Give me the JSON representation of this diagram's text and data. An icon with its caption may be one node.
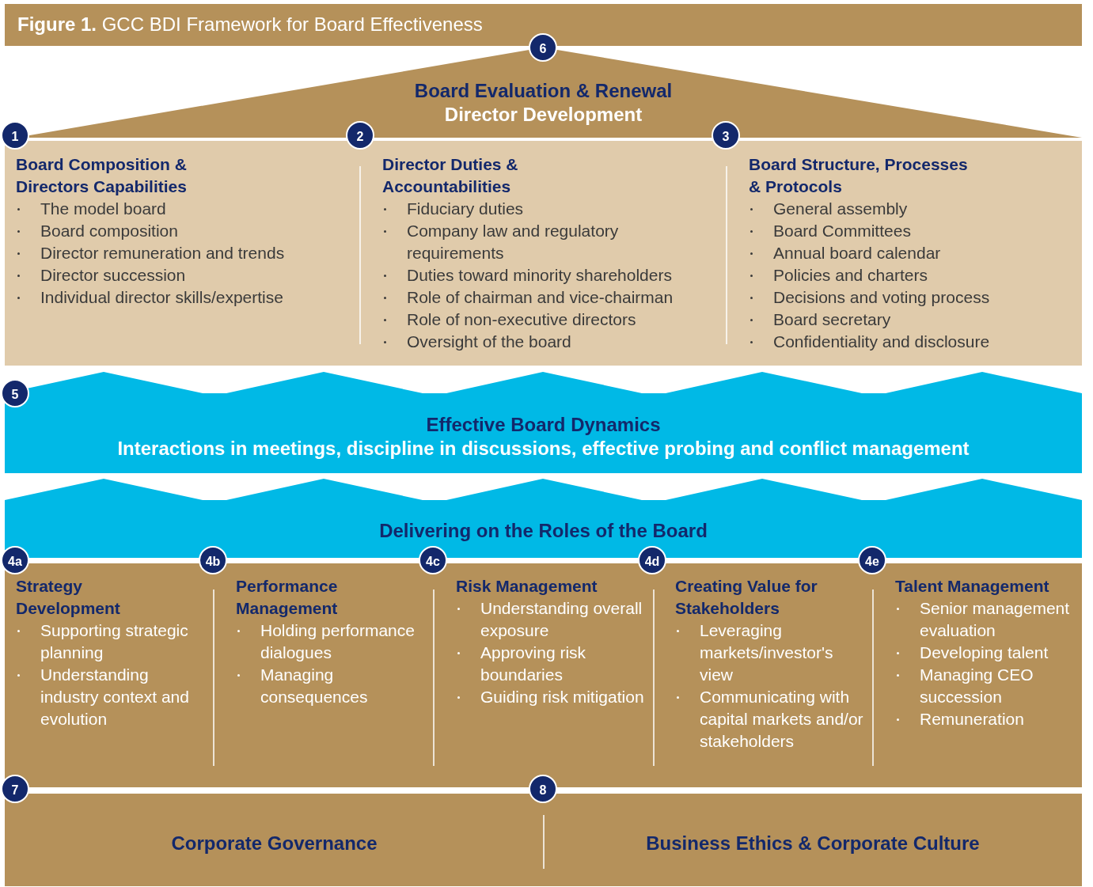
{
  "diagram": {
    "title": "**Figure 1.** GCC BDI Framework for Board Effectiveness",
    "nodes": [
      {
        "text": [
          "Board Evaluation & Renewal",
          "Director Development"
        ]
      },
      {
        "text": [
          "Board Composition & Directors Capabilities",
          "The model board",
          "Board composition",
          "Director remuneration and trends",
          "Director succession",
          "Individual director skills/expertise"
        ]
      },
      {
        "text": [
          "Director Duties & Accountabilities",
          "Fiduciary duties",
          "Company law and regulatory requirements",
          "Duties toward minority shareholders",
          "Role of chairman and vice-chairman",
          "Role of non-executive directors",
          "Oversight of the board"
        ]
      },
      {
        "text": [
          "Board Structure, Processes & Protocols",
          "General assembly",
          "Board Committees",
          "Annual board calendar",
          "Policies and charters",
          "Decisions and voting process",
          "Board secretary",
          "Confidentiality and disclosure"
        ]
      },
      {
        "text": [
          "Effective Board Dynamics",
          "Interactions in meetings, discipline in discussions, effective probing and conflict management"
        ]
      },
      {
        "text": [
          "Delivering on the Roles of the Board"
        ]
      },
      {
        "text": [
          "Strategy Development",
          "Supporting strategic planning",
          "Understanding industry context and evolution"
        ]
      },
      {
        "text": [
          "Performance Management",
          "Holding performance dialogues",
          "Managing consequences"
        ]
      },
      {
        "text": [
          "Risk Management",
          "Understanding overall exposure",
          "Approving risk boundaries",
          "Guiding risk mitigation"
        ]
      },
      {
        "text": [
          "Creating Value for Stakeholders",
          "Leveraging markets/investor's view",
          "Communicating with capital markets and/or stakeholders"
        ]
      },
      {
        "text": [
          "Talent Management",
          "Senior management evaluation",
          "Developing talent",
          "Managing CEO succession",
          "Remuneration"
        ]
      },
      {
        "text": [
          "Corporate Governance"
        ]
      },
      {
        "text": [
          "Business Ethics & Corporate Culture"
        ]
      },
      {
        "text": [
          "6"
        ]
      },
      {
        "text": [
          "1"
        ]
      },
      {
        "text": [
          "2"
        ]
      },
      {
        "text": [
          "3"
        ]
      },
      {
        "text": [
          "5"
        ]
      },
      {
        "text": [
          "4a"
        ]
      },
      {
        "text": [
          "4b"
        ]
      },
      {
        "text": [
          "4c"
        ]
      },
      {
        "text": [
          "4d"
        ]
      },
      {
        "text": [
          "4e"
        ]
      },
      {
        "text": [
          "7"
        ]
      },
      {
        "text": [
          "8"
        ]
      }
    ],
    "edges": []
  }
}
